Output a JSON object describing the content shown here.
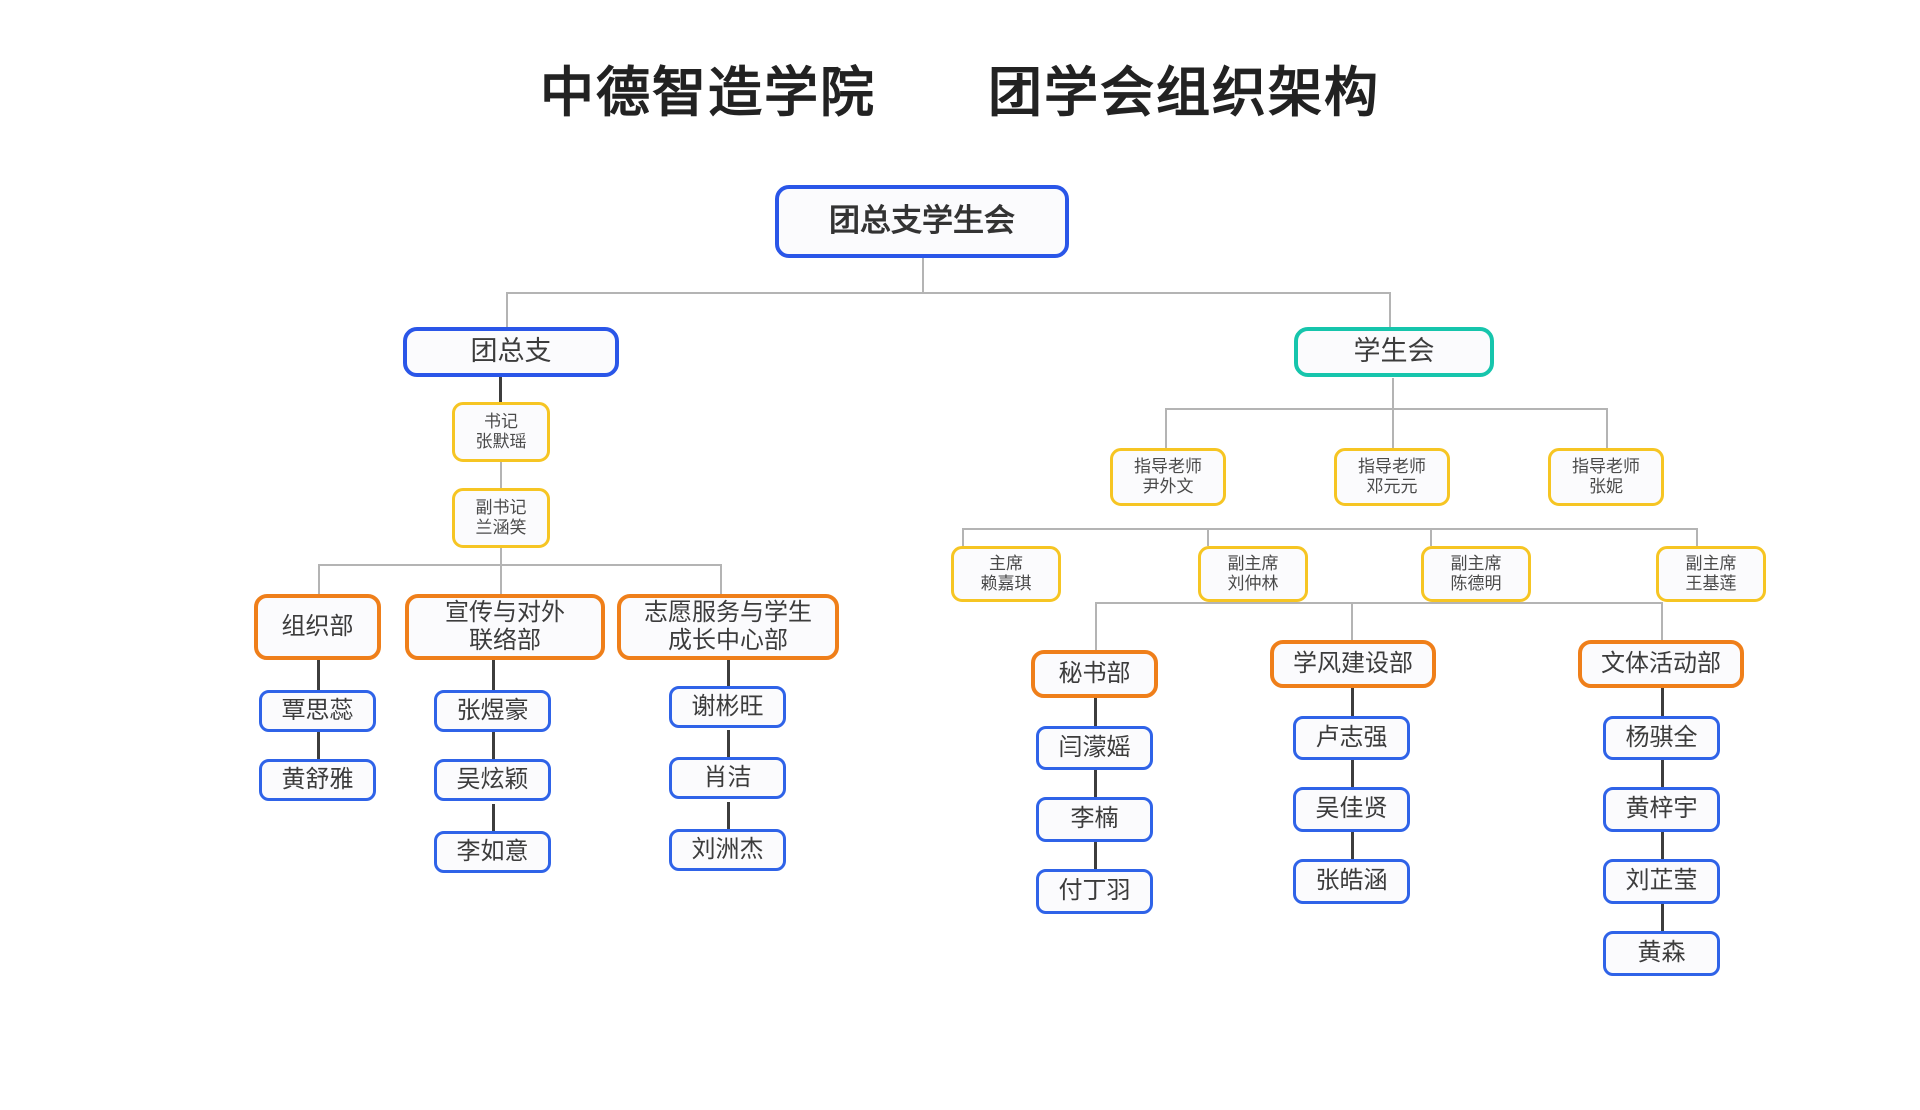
{
  "page": {
    "title": "中德智造学院　　团学会组织架构",
    "background_color": "#ffffff"
  },
  "colors": {
    "root_border": "#2a56e8",
    "branch_blue_border": "#2a56e8",
    "branch_teal_border": "#16c5ac",
    "person_yellow_border": "#f6c523",
    "department_orange_border": "#ef7f1a",
    "member_blue_border": "#2f63e8",
    "connector": "#b4b4b4",
    "text": "#3c3c3c"
  },
  "chart_data": {
    "type": "org-chart",
    "root": "团总支学生会",
    "branches": [
      {
        "name": "团总支",
        "style": "blue",
        "officers": [
          {
            "role": "书记",
            "person": "张默瑶"
          },
          {
            "role": "副书记",
            "person": "兰涵笑"
          }
        ],
        "departments": [
          {
            "name": "组织部",
            "members": [
              "覃思蕊",
              "黄舒雅"
            ]
          },
          {
            "name": "宣传与对外\n联络部",
            "members": [
              "张煜豪",
              "吴炫颖",
              "李如意"
            ]
          },
          {
            "name": "志愿服务与学生\n成长中心部",
            "members": [
              "谢彬旺",
              "肖洁",
              "刘洲杰"
            ]
          }
        ]
      },
      {
        "name": "学生会",
        "style": "teal",
        "advisors": [
          {
            "role": "指导老师",
            "person": "尹外文"
          },
          {
            "role": "指导老师",
            "person": "邓元元"
          },
          {
            "role": "指导老师",
            "person": "张妮"
          }
        ],
        "officers": [
          {
            "role": "主席",
            "person": "赖嘉琪"
          },
          {
            "role": "副主席",
            "person": "刘仲林"
          },
          {
            "role": "副主席",
            "person": "陈德明"
          },
          {
            "role": "副主席",
            "person": "王基莲"
          }
        ],
        "departments": [
          {
            "name": "秘书部",
            "members": [
              "闫濛媱",
              "李楠",
              "付丁羽"
            ]
          },
          {
            "name": "学风建设部",
            "members": [
              "卢志强",
              "吴佳贤",
              "张皓涵"
            ]
          },
          {
            "name": "文体活动部",
            "members": [
              "杨骐全",
              "黄梓宇",
              "刘芷莹",
              "黄森"
            ]
          }
        ]
      }
    ]
  },
  "nodes": {
    "root": "团总支学生会",
    "left_branch": "团总支",
    "left_sec1": "书记\n张默瑶",
    "left_sec2": "副书记\n兰涵笑",
    "left_dept1": "组织部",
    "left_dept2": "宣传与对外\n联络部",
    "left_dept3": "志愿服务与学生\n成长中心部",
    "left_d1_m1": "覃思蕊",
    "left_d1_m2": "黄舒雅",
    "left_d2_m1": "张煜豪",
    "left_d2_m2": "吴炫颖",
    "left_d2_m3": "李如意",
    "left_d3_m1": "谢彬旺",
    "left_d3_m2": "肖洁",
    "left_d3_m3": "刘洲杰",
    "right_branch": "学生会",
    "right_adv1": "指导老师\n尹外文",
    "right_adv2": "指导老师\n邓元元",
    "right_adv3": "指导老师\n张妮",
    "right_off1": "主席\n赖嘉琪",
    "right_off2": "副主席\n刘仲林",
    "right_off3": "副主席\n陈德明",
    "right_off4": "副主席\n王基莲",
    "right_dept1": "秘书部",
    "right_dept2": "学风建设部",
    "right_dept3": "文体活动部",
    "right_d1_m1": "闫濛媱",
    "right_d1_m2": "李楠",
    "right_d1_m3": "付丁羽",
    "right_d2_m1": "卢志强",
    "right_d2_m2": "吴佳贤",
    "right_d2_m3": "张皓涵",
    "right_d3_m1": "杨骐全",
    "right_d3_m2": "黄梓宇",
    "right_d3_m3": "刘芷莹",
    "right_d3_m4": "黄森"
  }
}
